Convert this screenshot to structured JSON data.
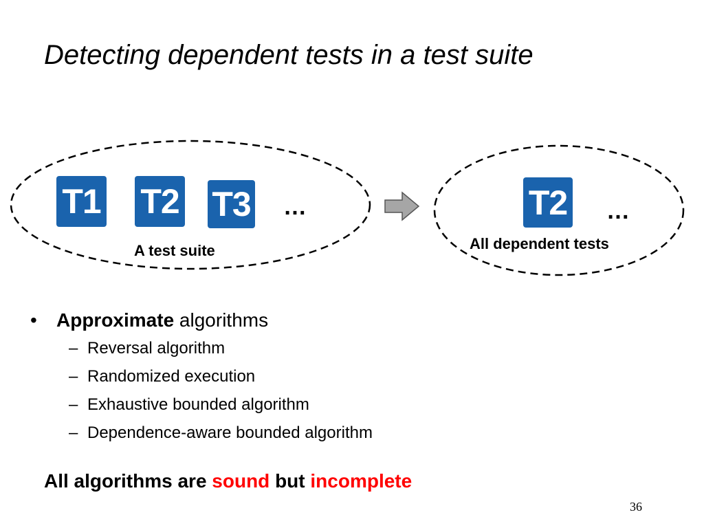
{
  "slide": {
    "title": "Detecting dependent tests in a test suite",
    "page_number": "36"
  },
  "diagram": {
    "suite": {
      "tests": [
        "T1",
        "T2",
        "T3"
      ],
      "ellipsis": "…",
      "caption": "A test suite"
    },
    "result": {
      "tests": [
        "T2"
      ],
      "ellipsis": "…",
      "caption": "All dependent tests"
    },
    "colors": {
      "test_box": "#1a63ad",
      "arrow_fill": "#a6a6a6"
    },
    "icons": {
      "transition": "right-arrow-icon"
    }
  },
  "bullets": {
    "main": {
      "bullet": "•",
      "bold": "Approximate",
      "rest": " algorithms"
    },
    "dash": "–",
    "items": [
      "Reversal algorithm",
      "Randomized execution",
      "Exhaustive bounded algorithm",
      "Dependence-aware bounded algorithm"
    ]
  },
  "conclusion": {
    "part1": "All algorithms are ",
    "sound": "sound",
    "part2": " but ",
    "incomplete": "incomplete",
    "highlight_color": "#ff0000"
  }
}
